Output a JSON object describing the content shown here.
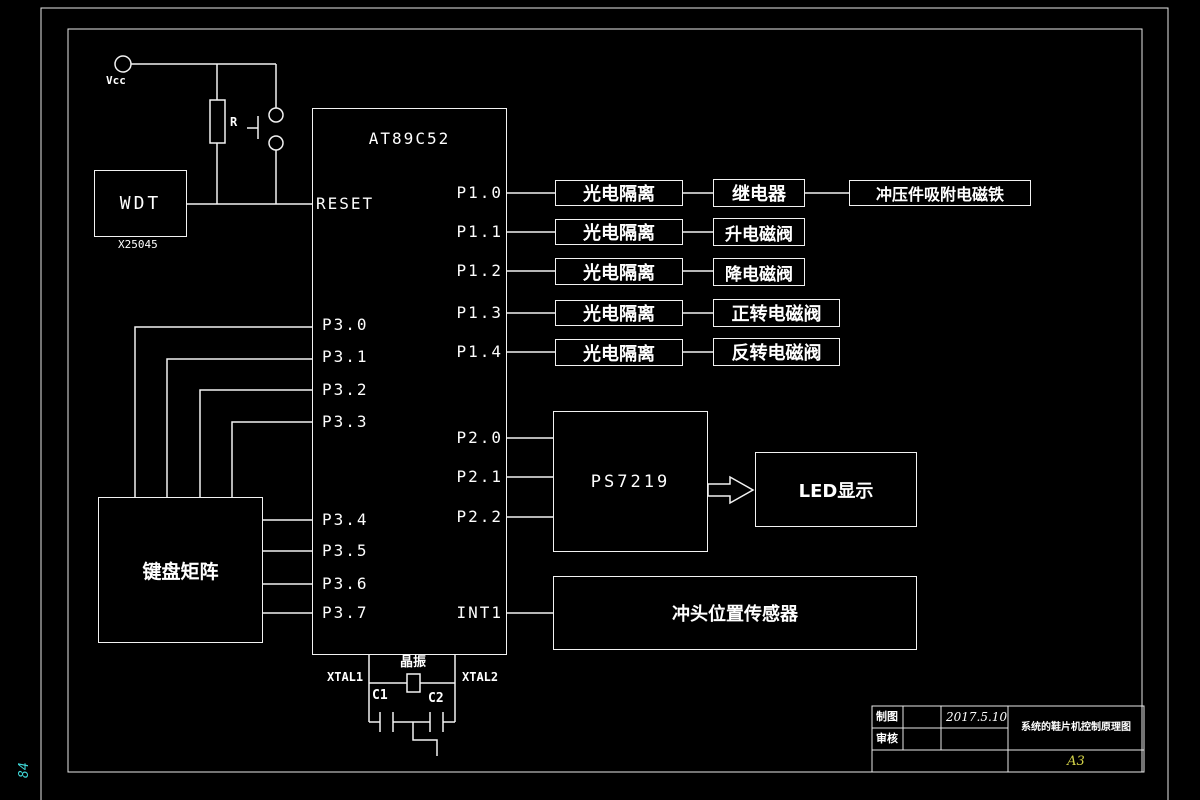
{
  "power": {
    "vcc": "Vcc",
    "resistor": "R"
  },
  "wdt": {
    "name": "WDT",
    "part": "X25045"
  },
  "chip": {
    "name": "AT89C52",
    "reset": "RESET",
    "p1": [
      "P1.0",
      "P1.1",
      "P1.2",
      "P1.3",
      "P1.4"
    ],
    "p3_upper": [
      "P3.0",
      "P3.1",
      "P3.2",
      "P3.3"
    ],
    "p3_lower": [
      "P3.4",
      "P3.5",
      "P3.6",
      "P3.7"
    ],
    "p2": [
      "P2.0",
      "P2.1",
      "P2.2"
    ],
    "int1": "INT1",
    "xtal1": "XTAL1",
    "xtal2": "XTAL2"
  },
  "outputs": {
    "iso": [
      "光电隔离",
      "光电隔离",
      "光电隔离",
      "光电隔离",
      "光电隔离"
    ],
    "targets": [
      "继电器",
      "升电磁阀",
      "降电磁阀",
      "正转电磁阀",
      "反转电磁阀"
    ],
    "final": "冲压件吸附电磁铁"
  },
  "display": {
    "driver": "PS7219",
    "led": "LED显示"
  },
  "sensor": "冲头位置传感器",
  "keyboard": "键盘矩阵",
  "crystal": {
    "name": "晶振",
    "c1": "C1",
    "c2": "C2"
  },
  "titleblock": {
    "drawn": "制图",
    "checked": "审核",
    "date": "2017.5.10",
    "title": "系统的鞋片机控制原理图",
    "sheet": "A3"
  },
  "colors": {
    "line": "#f2f2f2",
    "sheet_accent": "#d6d64a",
    "margin_note": "#3fd6d6"
  },
  "margin_note": "84"
}
